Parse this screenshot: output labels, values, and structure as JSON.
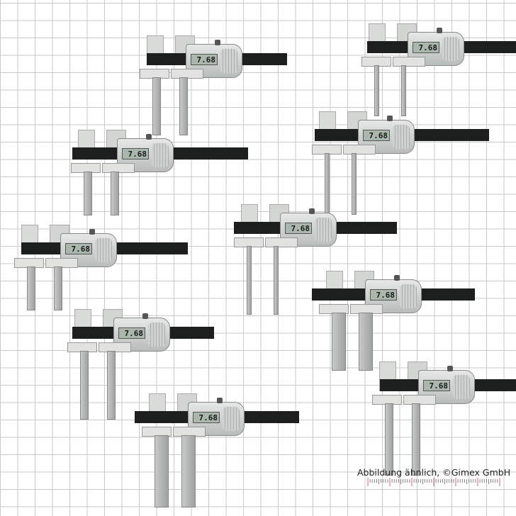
{
  "caption": "Abbildung ähnlich, ©Gimex GmbH",
  "display_value": "7.68",
  "colors": {
    "grid": "#c9c9c9",
    "beam": "#1c1f1e",
    "ruler_major": "#c0404a",
    "lcd": "#a9b7ad"
  },
  "icons": [
    "digital-caliper",
    "ruler-scale"
  ]
}
